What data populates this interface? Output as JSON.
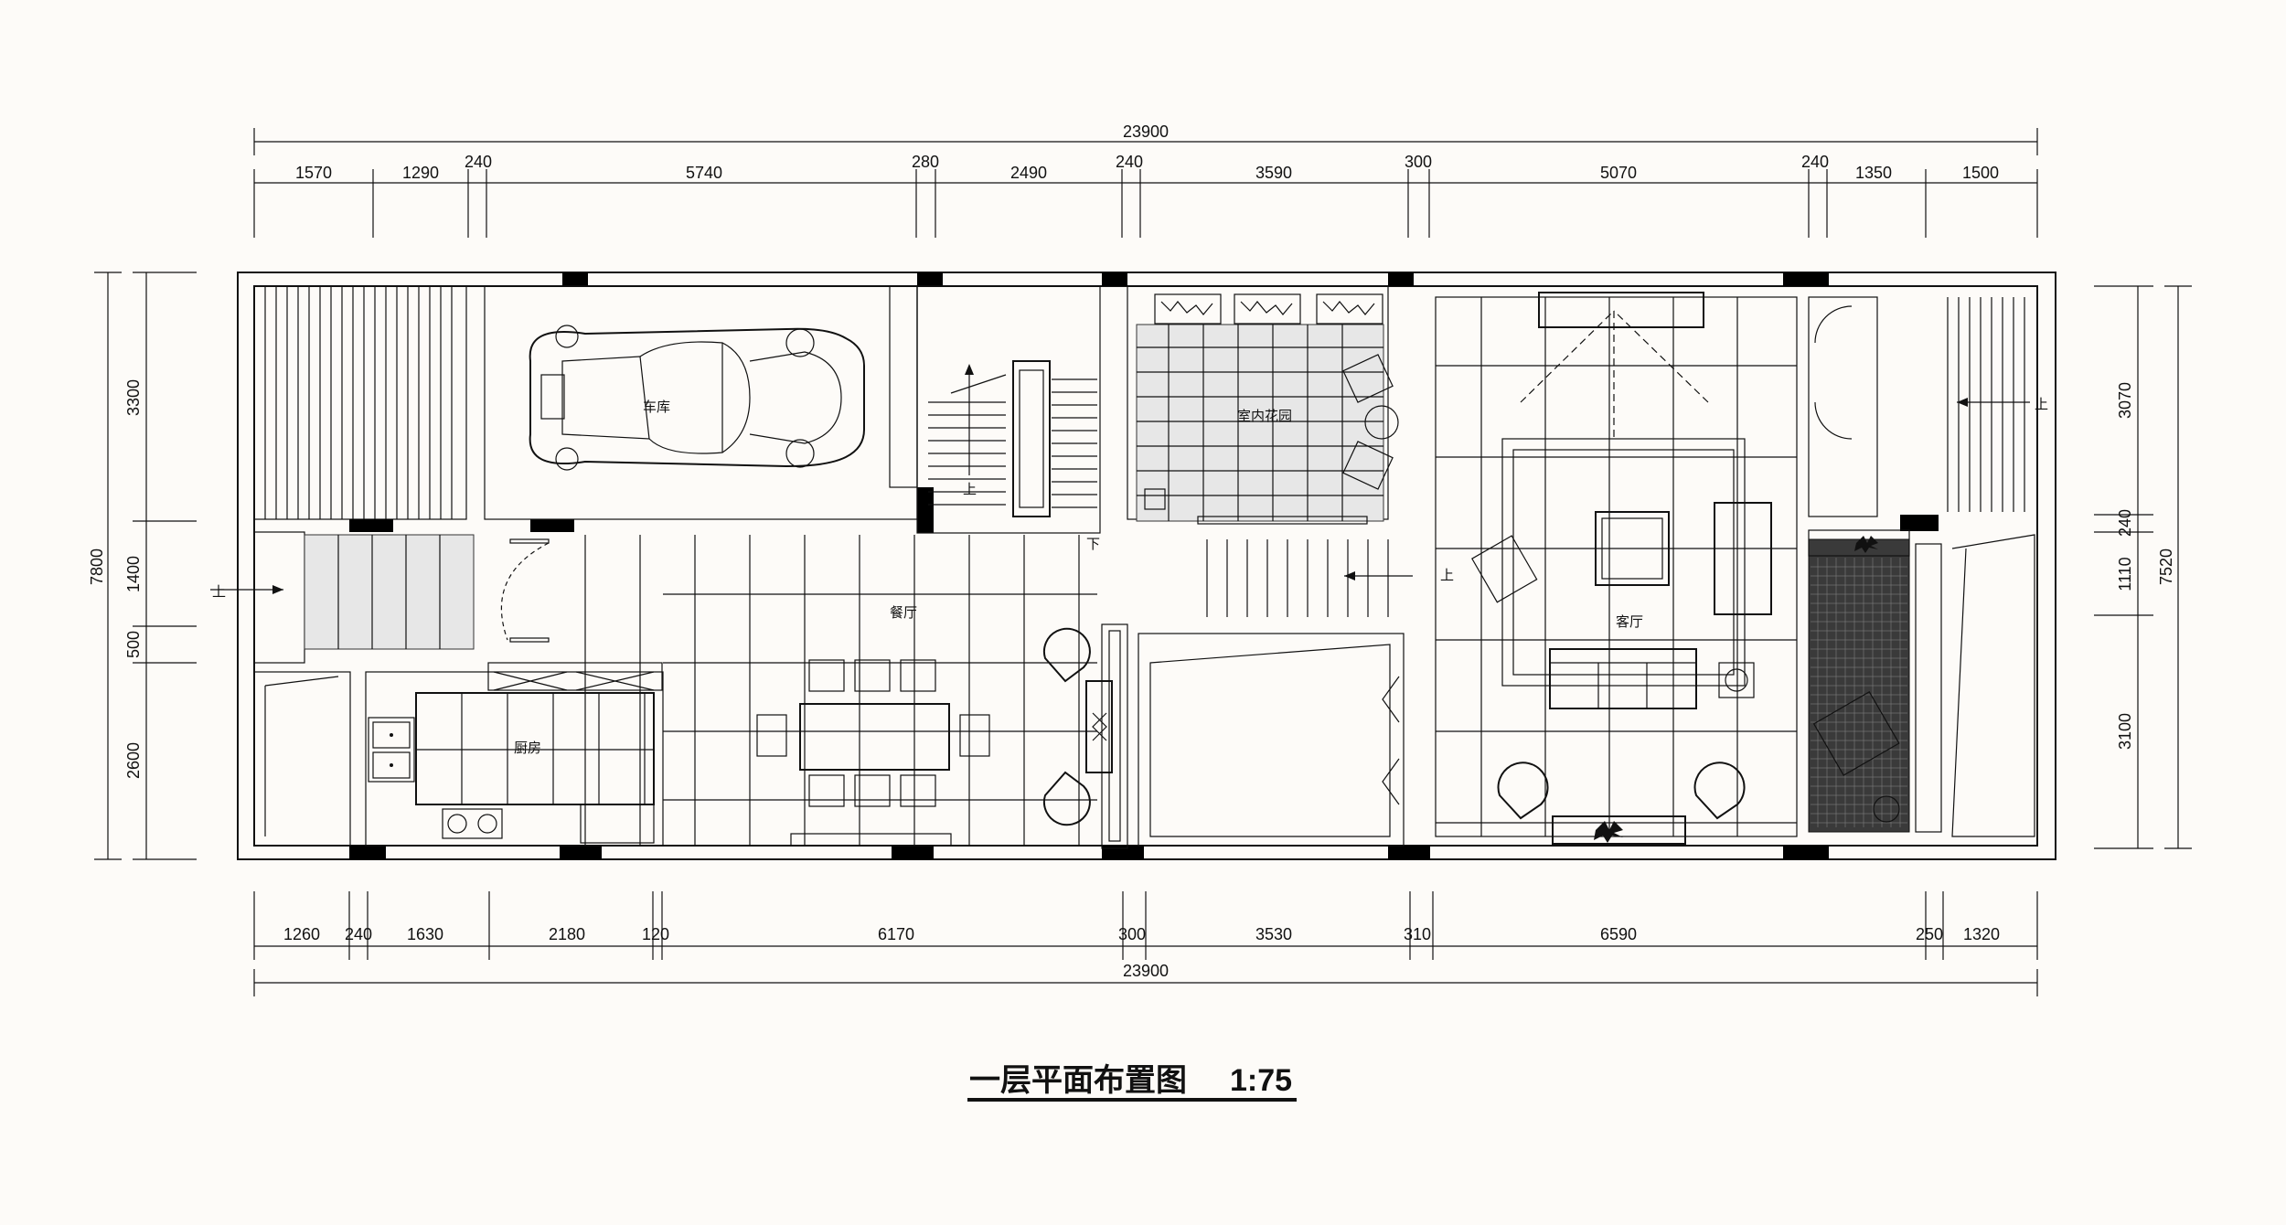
{
  "title": "一层平面布置图",
  "scale": "1:75",
  "dimensions": {
    "top_total": "23900",
    "top": [
      "1570",
      "1290",
      "240",
      "5740",
      "280",
      "2490",
      "240",
      "3590",
      "300",
      "5070",
      "240",
      "1350",
      "1500"
    ],
    "bottom_total": "23900",
    "bottom": [
      "1260",
      "240",
      "1630",
      "2180",
      "120",
      "6170",
      "300",
      "3530",
      "310",
      "6590",
      "250",
      "1320"
    ],
    "left_total": "7800",
    "left": [
      "3300",
      "1400",
      "500",
      "2600"
    ],
    "right_total": "7520",
    "right": [
      "3070",
      "240",
      "1110",
      "3100"
    ]
  },
  "rooms": {
    "garage": "车库",
    "indoor_garden": "室内花园",
    "dining": "餐厅",
    "kitchen": "厨房",
    "living": "客厅"
  },
  "stair_marks": {
    "up": "上",
    "down": "下"
  }
}
